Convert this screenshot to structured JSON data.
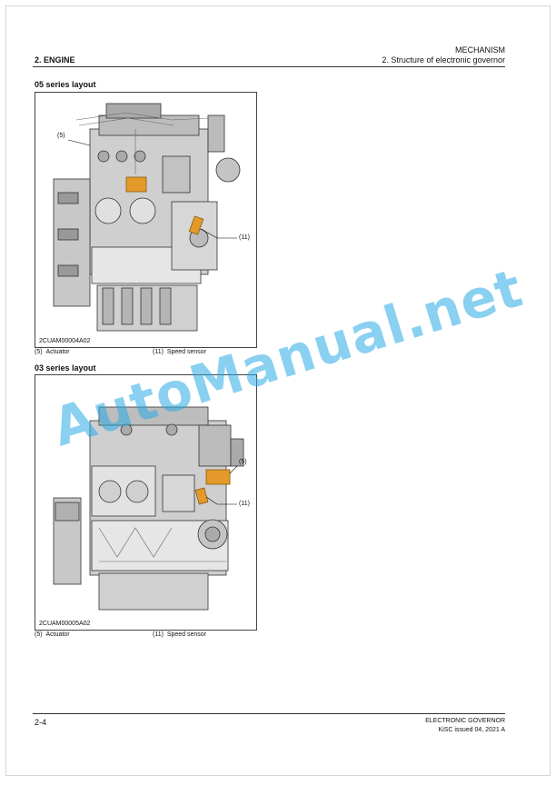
{
  "header": {
    "section_right": "MECHANISM",
    "subsection_right": "2. Structure of electronic governor",
    "chapter_left": "2. ENGINE"
  },
  "figures": [
    {
      "title": "05 series layout",
      "code": "2CUAM00004A02",
      "callouts": [
        "(5)",
        "(11)"
      ],
      "legend": [
        {
          "num": "(5)",
          "text": "Actuator"
        },
        {
          "num": "(11)",
          "text": "Speed sensor"
        }
      ]
    },
    {
      "title": "03 series layout",
      "code": "2CUAM00005A02",
      "callouts": [
        "(5)",
        "(11)"
      ],
      "legend": [
        {
          "num": "(5)",
          "text": "Actuator"
        },
        {
          "num": "(11)",
          "text": "Speed sensor"
        }
      ]
    }
  ],
  "footer": {
    "page": "2-4",
    "doc_title": "ELECTRONIC GOVERNOR",
    "issue": "KiSC issued 04, 2021 A"
  },
  "watermark": "AutoManual.net",
  "colors": {
    "highlight": "#e39a2a",
    "watermark": "#28aae6"
  }
}
